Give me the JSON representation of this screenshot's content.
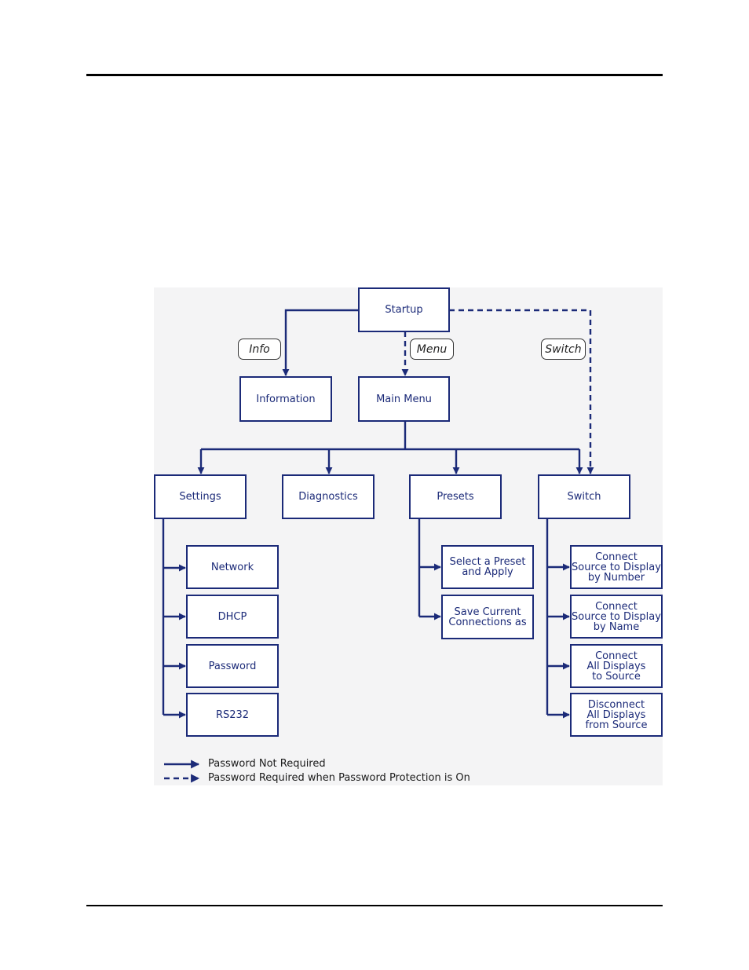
{
  "diagram": {
    "nodes": {
      "startup": "Startup",
      "information": "Information",
      "main_menu": "Main Menu",
      "settings": "Settings",
      "diagnostics": "Diagnostics",
      "presets": "Presets",
      "switch": "Switch",
      "network": "Network",
      "dhcp": "DHCP",
      "password": "Password",
      "rs232": "RS232",
      "select_preset": "Select a Preset\nand Apply",
      "save_connections": "Save Current\nConnections as",
      "connect_by_number": "Connect\nSource to Display\nby Number",
      "connect_by_name": "Connect\nSource to Display\nby Name",
      "connect_all": "Connect\nAll Displays\nto Source",
      "disconnect_all": "Disconnect\nAll Displays\nfrom Source"
    },
    "keys": {
      "info": "Info",
      "menu": "Menu",
      "switch": "Switch"
    },
    "legend": {
      "solid": "Password Not Required",
      "dashed": "Password Required when Password Protection is On"
    },
    "colors": {
      "line": "#1b2a78",
      "panel": "#f4f4f5"
    }
  }
}
